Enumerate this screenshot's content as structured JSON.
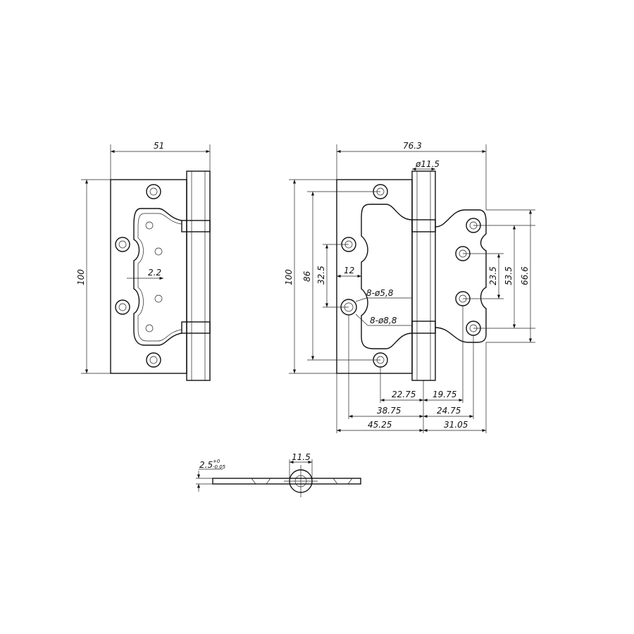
{
  "left_view": {
    "width": "51",
    "height": "100",
    "cutout_depth": "2.2"
  },
  "right_view": {
    "width": "76.3",
    "knuckle_diameter": "ø11.5",
    "height": "100",
    "hole_span": "86",
    "hole_offset": "32.5",
    "edge_offset": "12",
    "screw_hole": "8-ø5,8",
    "countersink": "8-ø8,8",
    "right_span_inner": "23.5",
    "right_span_mid": "53.5",
    "right_span_outer": "66.6",
    "bottom_dims": [
      "22.75",
      "19.75",
      "38.75",
      "24.75",
      "45.25",
      "31.05"
    ]
  },
  "side_view": {
    "thickness": "2.5",
    "tol_upper": "+0",
    "tol_lower": "-0.05",
    "knuckle_width": "11.5"
  }
}
